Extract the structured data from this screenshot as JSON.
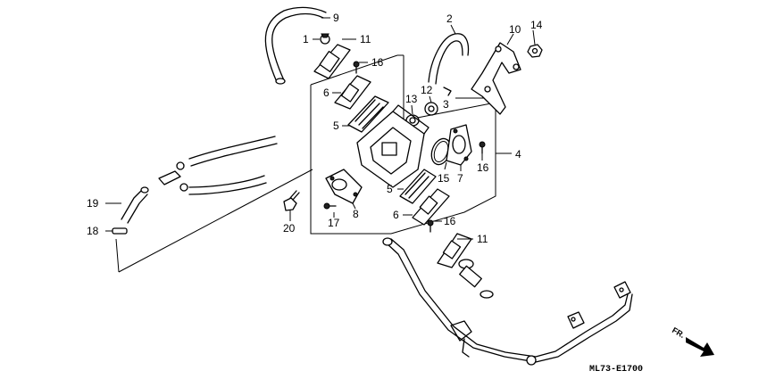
{
  "diagram": {
    "callouts": [
      "9",
      "2",
      "10",
      "14",
      "1",
      "11",
      "16",
      "6",
      "12",
      "13",
      "3",
      "5",
      "4",
      "7",
      "15",
      "16",
      "5",
      "6",
      "16",
      "8",
      "17",
      "20",
      "19",
      "18",
      "11"
    ],
    "drawing_code": "ML73-E1700",
    "direction_label": "FR."
  }
}
